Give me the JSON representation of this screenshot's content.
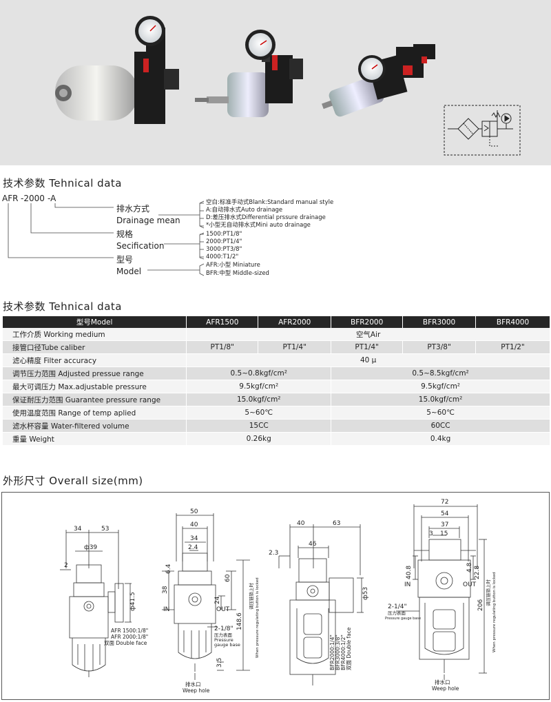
{
  "section1": {
    "title": "技术参数 Tehnical data"
  },
  "model_code": {
    "p1": "AFR",
    "p2": "-2000",
    "p3": "-A",
    "drain": {
      "cn": "排水方式",
      "en": "Drainage mean",
      "options": [
        "空白:标准手动式Blank:Standard manual style",
        "A:自动排水式Auto drainage",
        "D:差压排水式Differential prssure drainage",
        "*小型无自动排水式Mini auto drainage"
      ]
    },
    "spec": {
      "cn": "规格",
      "en": "Secification",
      "options": [
        "1500:PT1/8\"",
        "2000:PT1/4\"",
        "3000:PT3/8\"",
        "4000:T1/2\""
      ]
    },
    "model": {
      "cn": "型号",
      "en": "Model",
      "options": [
        "AFR:小型 Miniature",
        "BFR:中型 Middle-sized"
      ]
    }
  },
  "section2": {
    "title": "技术参数 Tehnical data"
  },
  "table": {
    "headers": [
      "型号Model",
      "AFR1500",
      "AFR2000",
      "BFR2000",
      "BFR3000",
      "BFR4000"
    ],
    "rows": [
      {
        "label": "工作介质 Working medium",
        "merged": "空气Air"
      },
      {
        "label": "接管口径Tube caliber",
        "cells": [
          "PT1/8\"",
          "PT1/4\"",
          "PT1/4\"",
          "PT3/8\"",
          "PT1/2\""
        ]
      },
      {
        "label": "滤心精度 Filter accuracy",
        "merged": "40 μ"
      },
      {
        "label": "调节压力范围 Adjusted pressue range",
        "a": "0.5~0.8kgf/cm²",
        "b": "0.5~8.5kgf/cm²"
      },
      {
        "label": "最大可调压力 Max.adjustable pressure",
        "a": "9.5kgf/cm²",
        "b": "9.5kgf/cm²"
      },
      {
        "label": "保证耐压力范围 Guarantee pressure range",
        "a": "15.0kgf/cm²",
        "b": "15.0kgf/cm²"
      },
      {
        "label": "使用温度范围 Range of temp aplied",
        "a": "5~60℃",
        "b": "5~60℃"
      },
      {
        "label": "滤水杯容量 Water-filtered volume",
        "a": "15CC",
        "b": "60CC"
      },
      {
        "label": "重量 Weight",
        "a": "0.26kg",
        "b": "0.4kg"
      }
    ]
  },
  "section3": {
    "title": "外形尺寸 Overall size(mm)"
  },
  "drawings": {
    "d1": {
      "dim_a": "34",
      "dim_b": "53",
      "dia": "ф39",
      "small": "2",
      "h": "ф41.5",
      "note1": "AFR 1500:1/8\"",
      "note2": "AFR 2000:1/8\"",
      "note3": "双面 Double face"
    },
    "d2": {
      "w1": "50",
      "w2": "40",
      "w3": "34",
      "w4": "2.4",
      "h1": "6.4",
      "h2": "38",
      "h3": "60",
      "h4": "24",
      "total": "148.6",
      "bottom": "3.5",
      "in": "IN",
      "out": "OUT",
      "gauge": "2-1/8\"",
      "gauge_cn": "压力表面",
      "gauge_en1": "Pressure",
      "gauge_en2": "gauge base",
      "lock_cn": "调压链锁上时",
      "lock_en": "When pressure regulating button is locked",
      "weep_cn": "排水口",
      "weep_en": "Weep hole"
    },
    "d3": {
      "w1": "40",
      "w2": "63",
      "w3": "46",
      "side": "2.3",
      "dia": "ф53",
      "note1": "BFR2000:1/4\"",
      "note2": "BFR3000:3/8\"",
      "note3": "BFR4000:1/2\"",
      "note4": "双面 Double face"
    },
    "d4": {
      "w1": "72",
      "w2": "54",
      "w3": "37",
      "w4": "3",
      "w5": "15",
      "h1": "40.8",
      "h2": "4.8",
      "h3": "22.8",
      "total": "206",
      "in": "IN",
      "out": "OUT",
      "gauge": "2-1/4\"",
      "gauge_cn": "压力表面",
      "gauge_en": "Pressure gauge base",
      "lock_cn": "调压链锁上时",
      "lock_en": "When pressure regulating button is locked",
      "weep_cn": "排水口",
      "weep_en": "Weep hole"
    }
  }
}
